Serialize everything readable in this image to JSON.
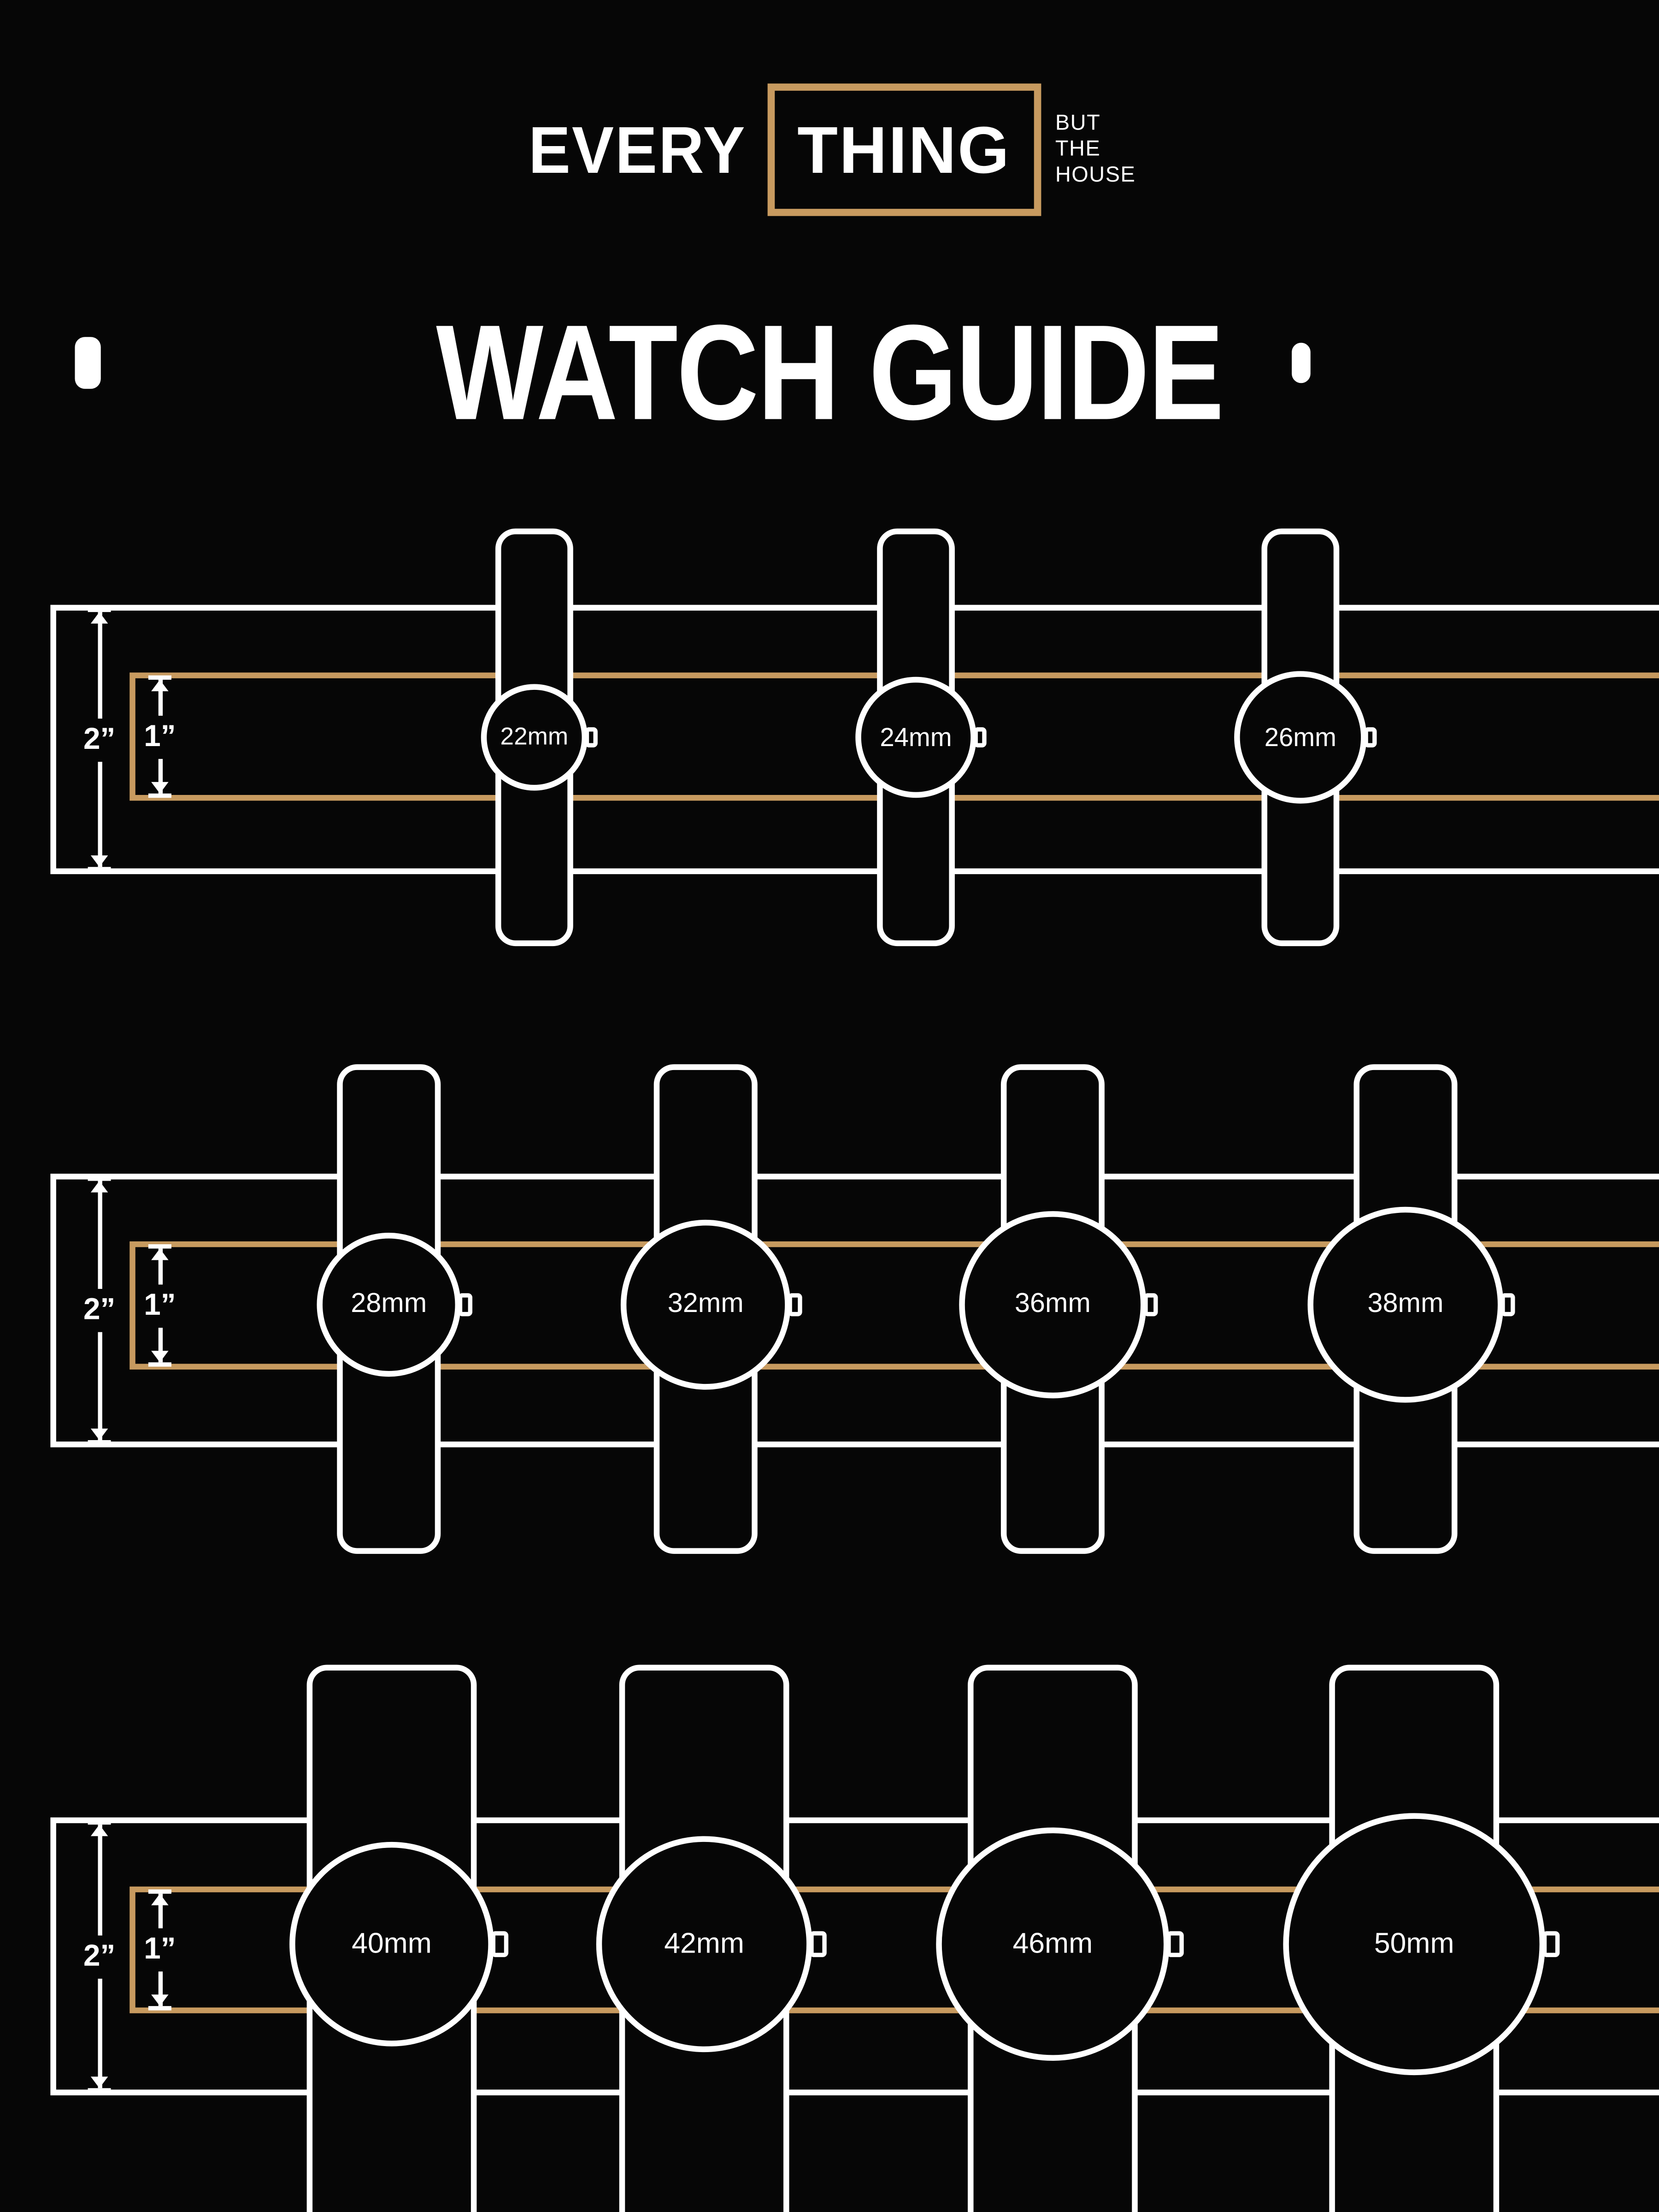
{
  "colors": {
    "background": "#060606",
    "white": "#ffffff",
    "tan": "#c79a5f"
  },
  "logo": {
    "word_outside": "EVERY",
    "word_boxed": "THING",
    "tagline": [
      "BUT",
      "THE",
      "HOUSE"
    ]
  },
  "title": "WATCH GUIDE",
  "rows": [
    {
      "outer_dim": "2”",
      "inner_dim": "1”",
      "watches": [
        "22mm",
        "24mm",
        "26mm"
      ]
    },
    {
      "outer_dim": "2”",
      "inner_dim": "1”",
      "watches": [
        "28mm",
        "32mm",
        "36mm",
        "38mm"
      ]
    },
    {
      "outer_dim": "2”",
      "inner_dim": "1”",
      "watches": [
        "40mm",
        "42mm",
        "46mm",
        "50mm"
      ]
    }
  ]
}
